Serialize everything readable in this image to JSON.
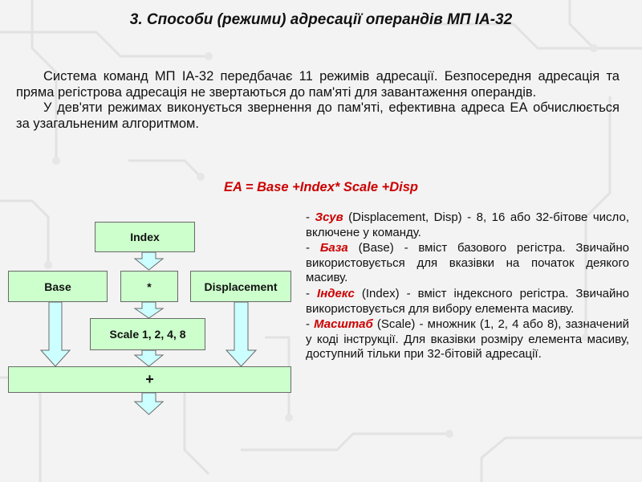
{
  "title": "3. Способи (режими) адресації операндів МП ІА-32",
  "intro": {
    "p1": "Система команд МП ІА-32 передбачає 11 режимів адресації. Безпосередня адресація та пряма регістрова адресація не звертаються до пам'яті для завантаження операндів.",
    "p2": "У дев'яти режимах виконується звернення до пам'яті, ефективна адреса ЕА обчислюється за узагальненим алгоритмом."
  },
  "formula": "EA = Base +Index* Scale +Disp",
  "diagram": {
    "index": "Index",
    "base": "Base",
    "multiply": "*",
    "displacement": "Displacement",
    "scale": "Scale 1, 2, 4, 8",
    "plus": "+"
  },
  "descriptions": [
    {
      "prefix": "- ",
      "term": "Зсув",
      "text": " (Displacement, Disp) - 8, 16 або 32-бітове число, включене у команду."
    },
    {
      "prefix": "- ",
      "term": "База",
      "text": " (Base) - вміст базового регістра. Звичайно використовується для вказівки на початок деякого масиву."
    },
    {
      "prefix": "- ",
      "term": "Індекс",
      "text": " (Index) - вміст індексного регістра. Звичайно використовується для вибору елемента масиву."
    },
    {
      "prefix": "- ",
      "term": "Масштаб",
      "text": " (Scale) - множник (1, 2, 4 або 8), зазначений у коді інструкції. Для вказівки розміру елемента масиву, доступний тільки при 32-бітовій адресації."
    }
  ],
  "colors": {
    "accent": "#cc0000",
    "box_fill": "#ccffcc",
    "arrow_fill": "#ccffff",
    "background": "#f3f3f3"
  }
}
